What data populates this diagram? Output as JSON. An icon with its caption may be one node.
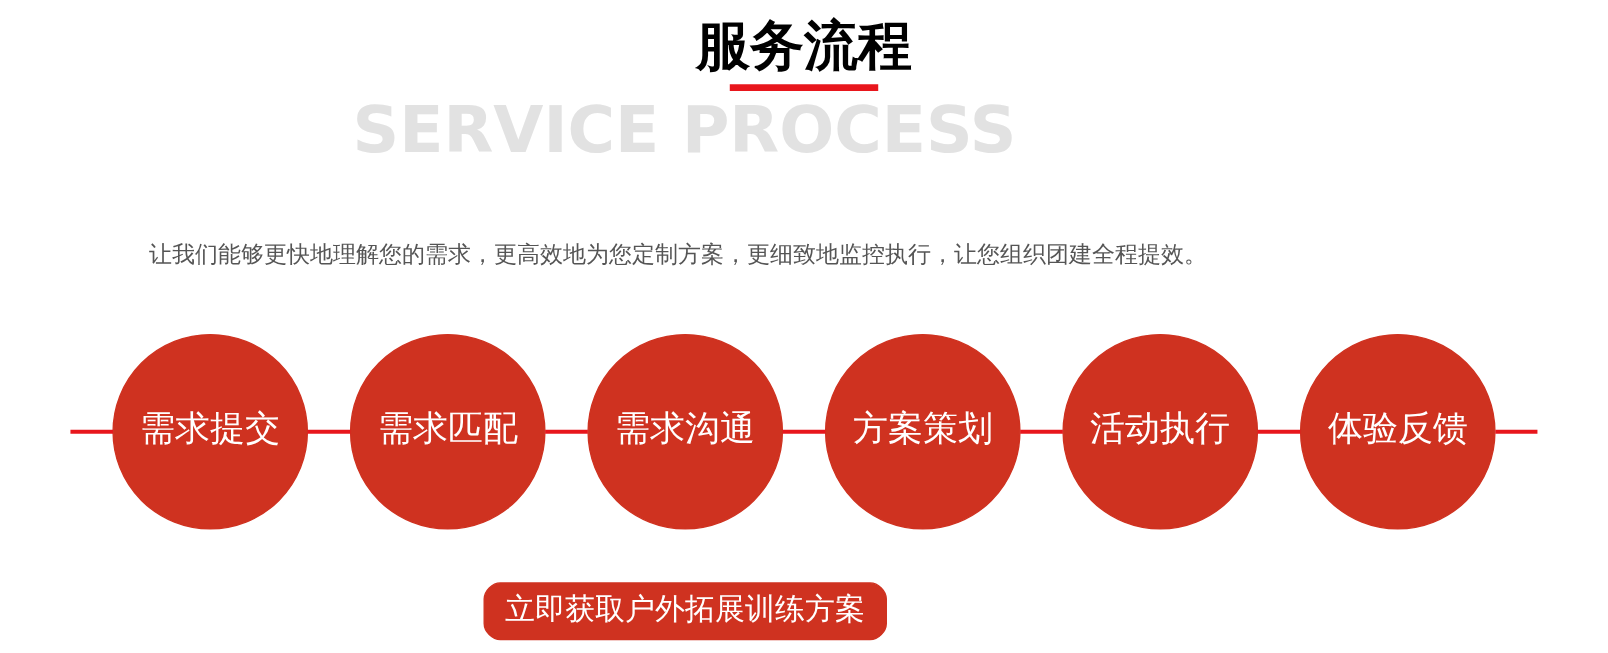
{
  "diagram": {
    "title": "服务流程",
    "nodes": [
      {
        "text": [
          "需求提交"
        ]
      },
      {
        "text": [
          "需求匹配"
        ]
      },
      {
        "text": [
          "需求沟通"
        ]
      },
      {
        "text": [
          "方案策划"
        ]
      },
      {
        "text": [
          "活动执行"
        ]
      },
      {
        "text": [
          "体验反馈"
        ]
      },
      {
        "text": [
          "立即获取户外拓展训练方案"
        ]
      }
    ],
    "edges": [
      {
        "from": null,
        "to": 0,
        "arrow": "none"
      },
      {
        "from": 0,
        "to": 1,
        "arrow": "none"
      },
      {
        "from": 1,
        "to": 2,
        "arrow": "none"
      },
      {
        "from": 2,
        "to": 3,
        "arrow": "none"
      },
      {
        "from": 3,
        "to": 4,
        "arrow": "none"
      },
      {
        "from": 4,
        "to": 5,
        "arrow": "none"
      },
      {
        "from": 5,
        "to": null,
        "arrow": "none"
      }
    ],
    "labels": [
      "SERVICE PROCESS",
      "让我们能够更快地理解您的需求，更高效地为您定制方案，更细致地监控执行，让您组织团建全程提效。"
    ]
  }
}
